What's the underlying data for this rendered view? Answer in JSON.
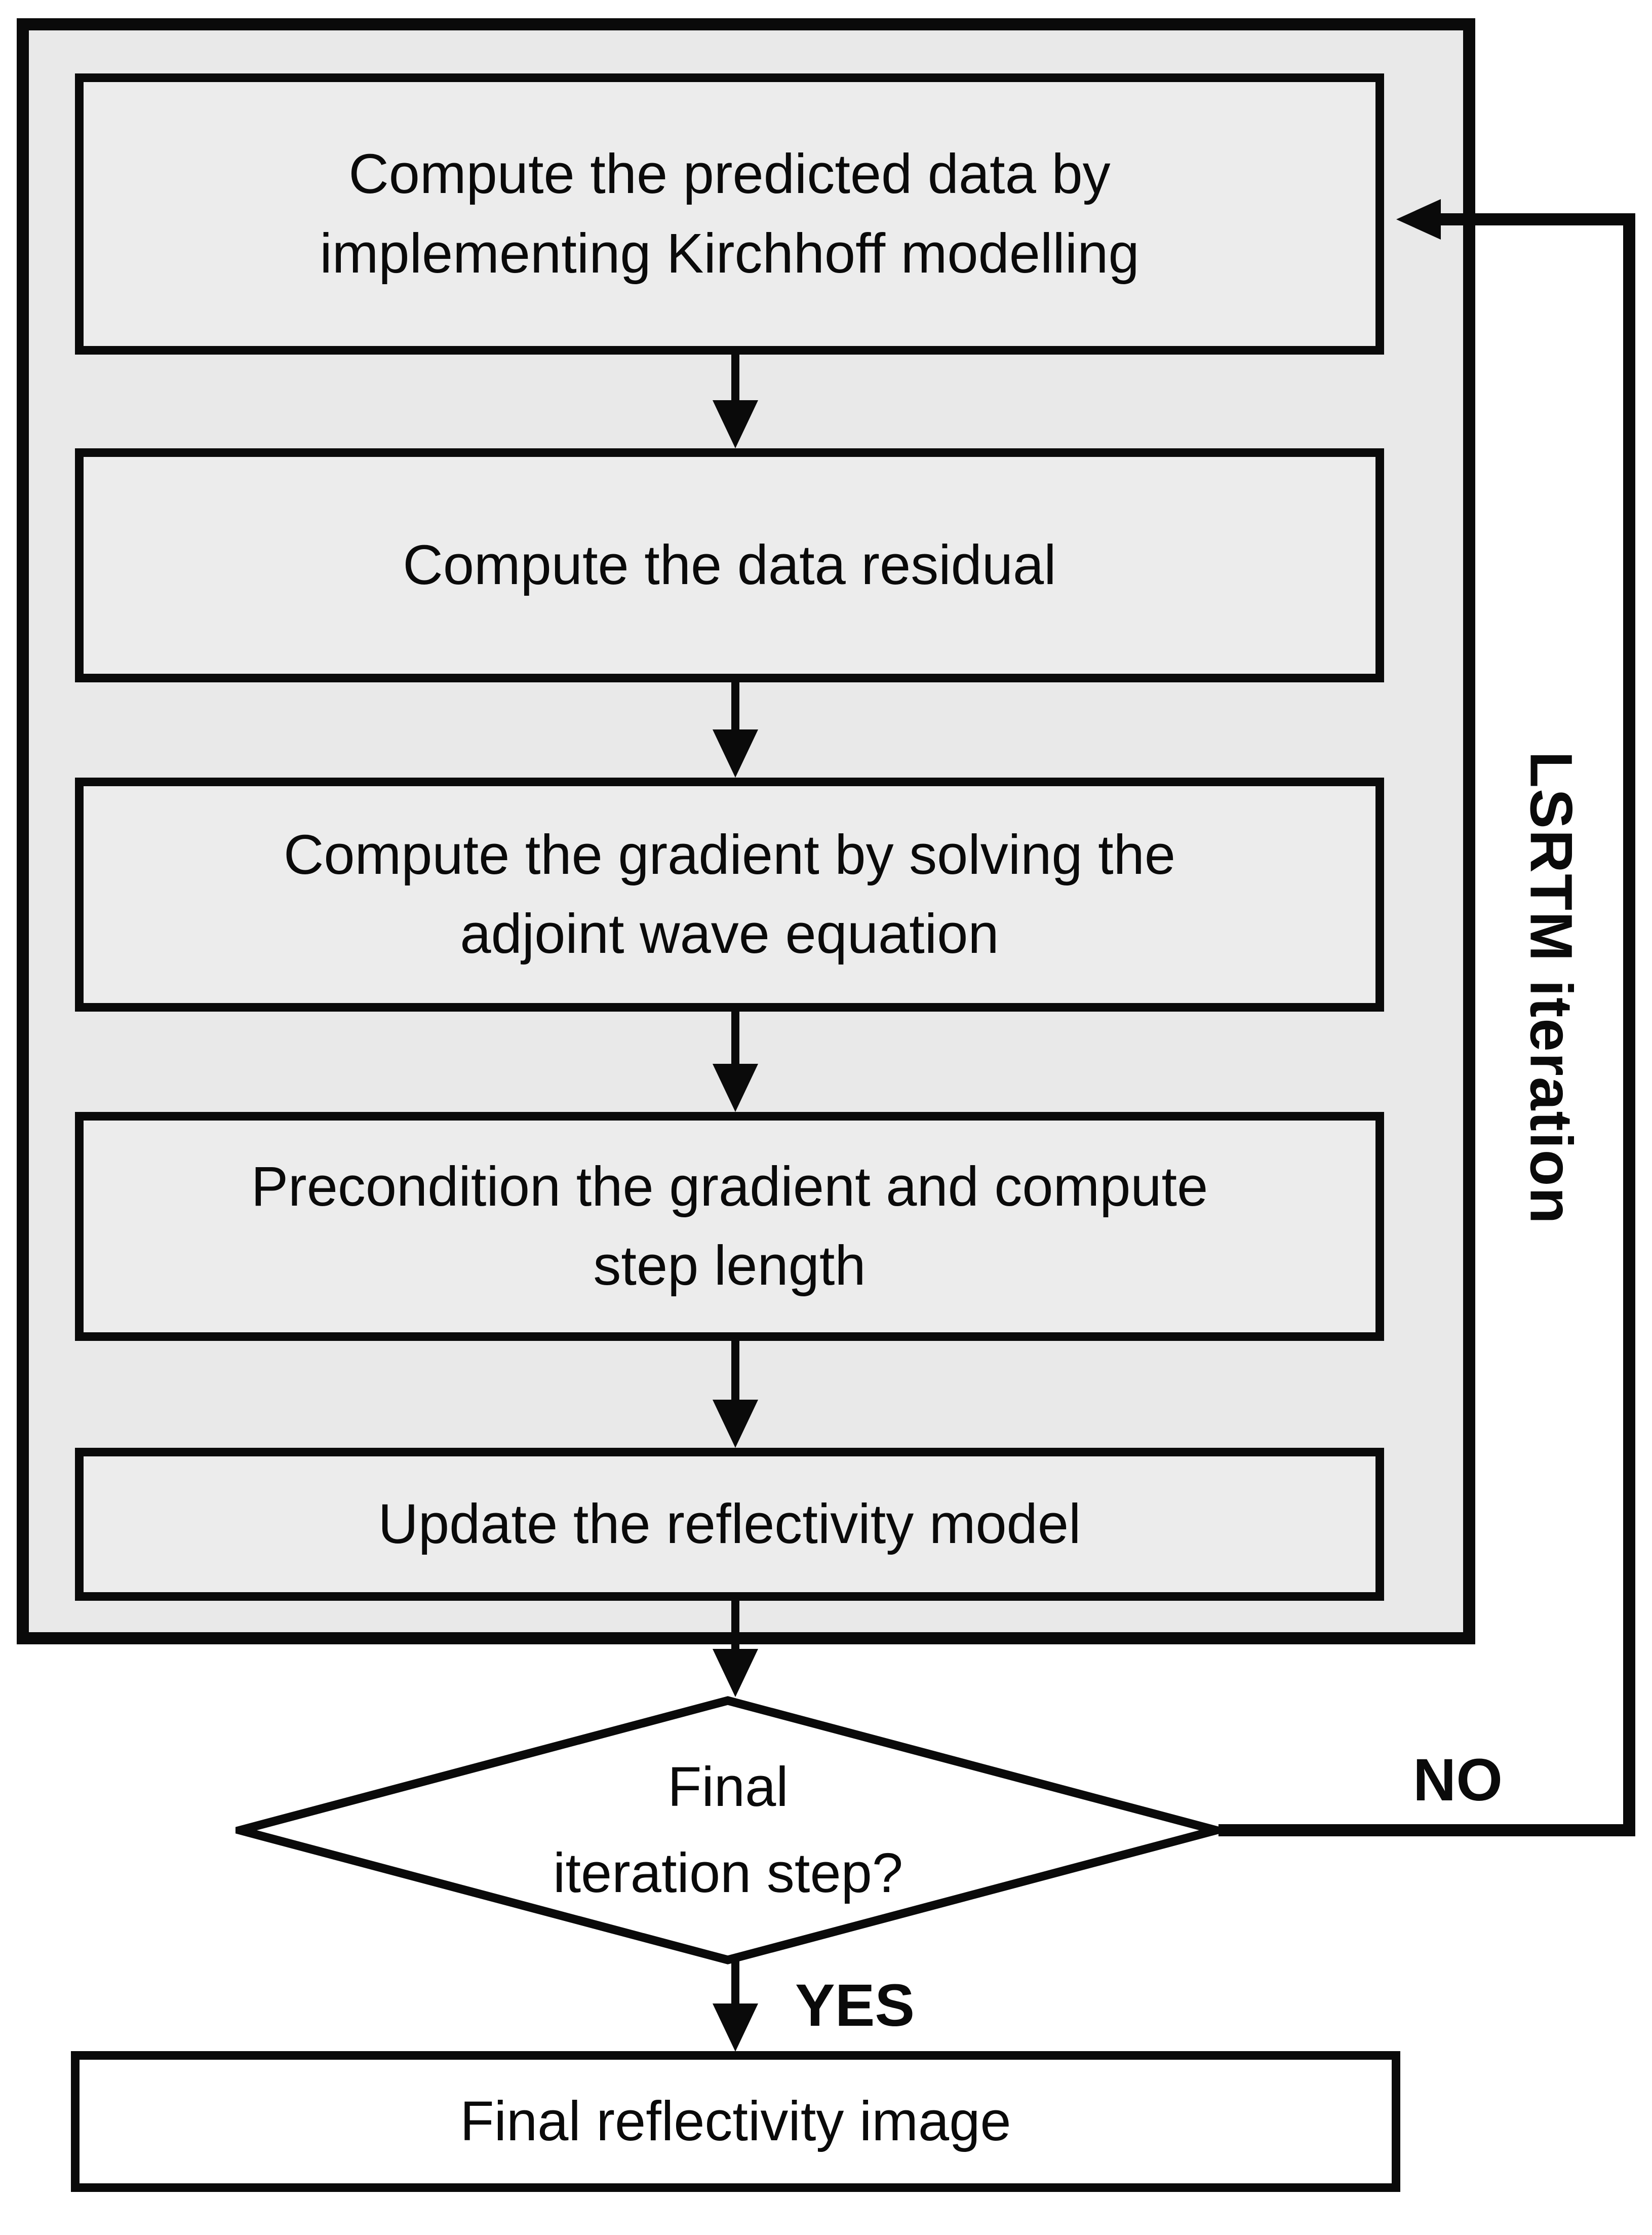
{
  "diagram": {
    "type": "flowchart",
    "loop_label": "LSRTM iteration",
    "process_boxes": [
      {
        "label": "Compute the predicted data by\nimplementing Kirchhoff modelling"
      },
      {
        "label": "Compute the data residual"
      },
      {
        "label": "Compute the gradient by solving the\nadjoint wave equation"
      },
      {
        "label": "Precondition the gradient and compute\nstep length"
      },
      {
        "label": "Update the reflectivity model"
      }
    ],
    "decision": {
      "label": "Final\niteration step?"
    },
    "branch_labels": {
      "no": "NO",
      "yes": "YES"
    },
    "terminal_box": {
      "label": "Final reflectivity image"
    },
    "edges": [
      {
        "from": "process-box-1",
        "to": "process-box-2",
        "label": ""
      },
      {
        "from": "process-box-2",
        "to": "process-box-3",
        "label": ""
      },
      {
        "from": "process-box-3",
        "to": "process-box-4",
        "label": ""
      },
      {
        "from": "process-box-4",
        "to": "process-box-5",
        "label": ""
      },
      {
        "from": "process-box-5",
        "to": "decision",
        "label": ""
      },
      {
        "from": "decision",
        "to": "terminal-box",
        "label": "YES"
      },
      {
        "from": "decision",
        "to": "process-box-1",
        "label": "NO"
      }
    ],
    "colors": {
      "background": "#ffffff",
      "loop_container_fill": "#e9e9e9",
      "process_fill": "#ececec",
      "decision_fill": "#ffffff",
      "terminal_fill": "#ffffff",
      "stroke": "#0a0a0a"
    }
  }
}
